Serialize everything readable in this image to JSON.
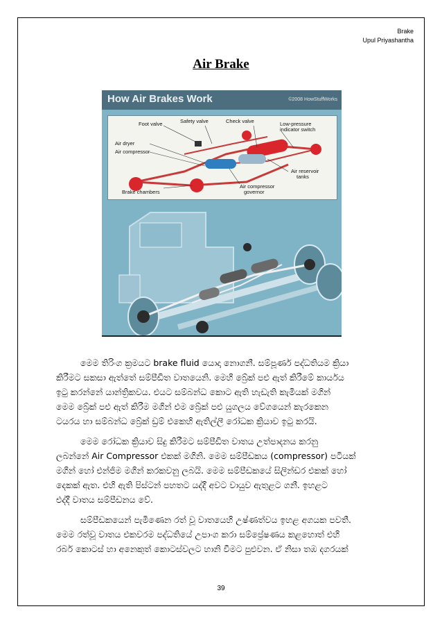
{
  "header": {
    "line1": "Brake",
    "line2": "Upul Priyashantha"
  },
  "title": "Air Brake",
  "figure": {
    "title": "How Air Brakes Work",
    "copyright": "©2008 HowStuffWorks",
    "labels": {
      "foot_valve": "Foot valve",
      "safety_valve": "Safety valve",
      "check_valve": "Check valve",
      "low_pressure": "Low-pressure",
      "indicator_switch": "indicator switch",
      "air_dryer": "Air dryer",
      "air_compressor": "Air compressor",
      "air_reservoir": "Air reservoir",
      "tanks": "tanks",
      "brake_chambers": "Brake chambers",
      "compressor_governor_1": "Air compressor",
      "compressor_governor_2": "governor"
    }
  },
  "paragraphs": [
    [
      "මෙම තිරිංග ක්‍රමයට brake fluid යොදා නොගනී. සම්පූර්ණ පද්ධතියම ක්‍රියා",
      "කිරීමට සකසා ඇත්තේ සම්පීඩිත වාතයෙනි. මෙහි බ්‍රේක් පළු ඇත් කිරීමේ කාර්යය",
      "ඉටු කරන්නේ යාන්ත්‍රිකවය. එයට සම්බන්ධ කොට ඇති හැඩැති කැමියක් මගින්",
      "මෙම බ්‍රේක් පළු ඇත් කිරීම මගින් එම බ්‍රේක් පළු යුගලය වේගයෙන් කැරකෙන",
      "ටයරය හා සම්බන්ධ බ්‍රේක් ඩ්‍රම් එකෙහි ඇතිල්ලී රෝධක ක්‍රියාව ඉටු කරයි."
    ],
    [
      "මෙම රෝධක ක්‍රියාව සිදු කිරීමට සම්පීඩිත වාතය උත්පාදනය කරනු",
      "ලබන්නේ Air Compressor එකක් මගිනි. මෙම සම්පීඩකය (compressor) පටියක්",
      "මගින් හෝ එන්ජිම මගින් කරකවනු ලබයි. මෙම සම්පීඩකයේ සිලින්ඩර එකක් හෝ",
      "දෙකක් ඇත. එහි ඇති පිස්ටන් පහතට යද්දී අවට වායුව ඇතුළට ගනී. ඉහළට",
      "එද්දී වාතය සම්පීඩනය වේ."
    ],
    [
      "සම්පීඩකයෙන් පැමිණෙන රත් වූ වාතයෙහි උෂ්ණත්වය ඉහළ අගයක පවතී.",
      "මෙම රත්වූ වාතය එකවරම පද්ධතියේ උපාංග කරා සම්ප්‍රේෂණය කළහොත් එහි",
      "රබර් කොටස් හා අනෙකුත් කොටස්වලට හානි වීමට පුළුවන. ඒ නිසා තඹ දගරයක්"
    ]
  ],
  "page_number": "39",
  "colors": {
    "banner": "#4d6e7e",
    "figure_bg": "#7fb3c6",
    "tank_red": "#d8262c",
    "air_blue": "#2f7fc0"
  }
}
